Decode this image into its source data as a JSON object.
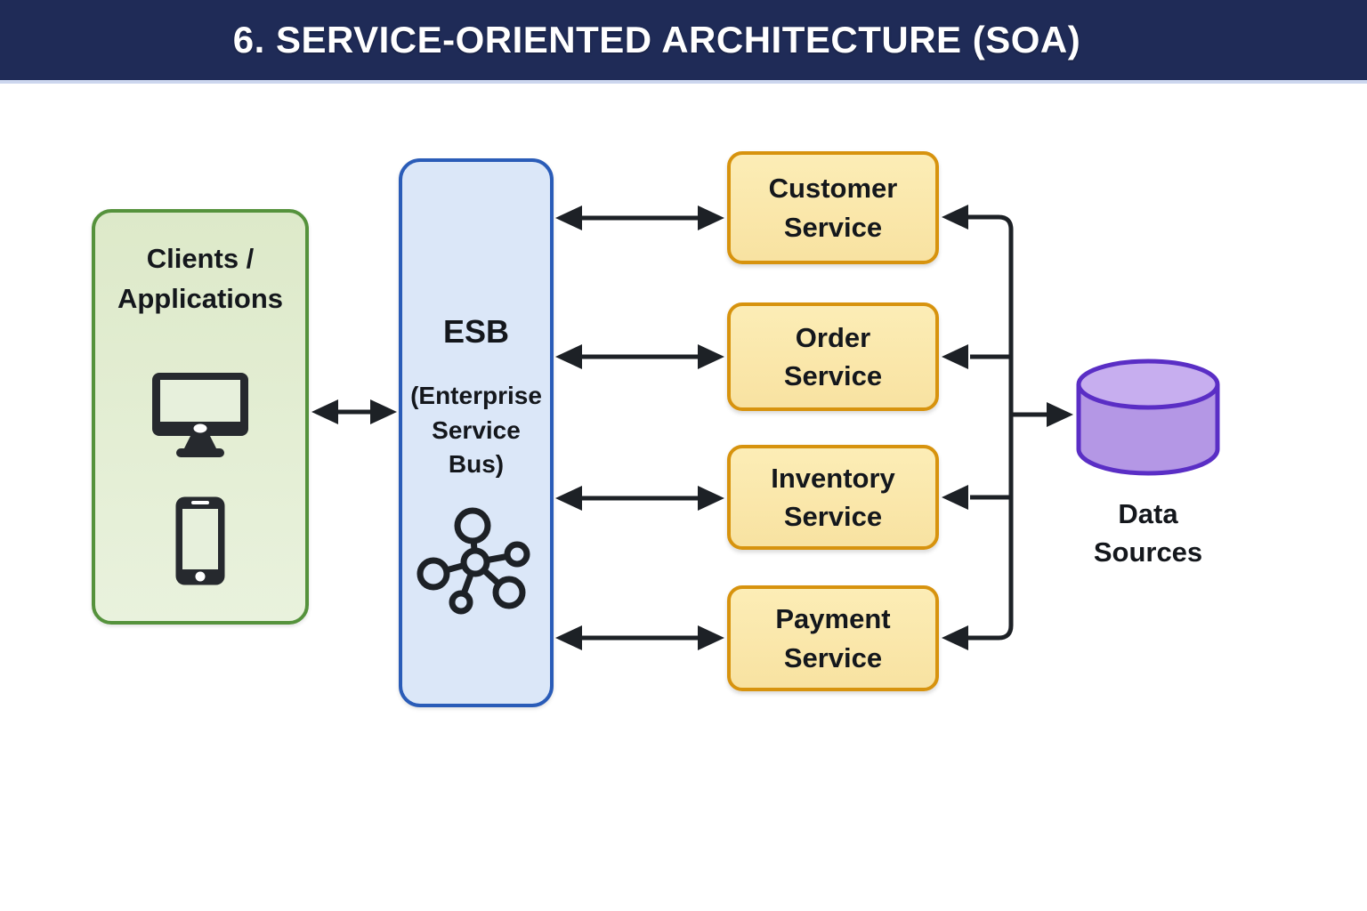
{
  "header": {
    "title": "6. SERVICE-ORIENTED ARCHITECTURE (SOA)"
  },
  "clients": {
    "label": "Clients / Applications",
    "icons": [
      "desktop-monitor-icon",
      "smartphone-icon"
    ]
  },
  "esb": {
    "title": "ESB",
    "subtitle": "(Enterprise Service Bus)",
    "icon": "network-hub-icon"
  },
  "services": [
    {
      "label": "Customer Service"
    },
    {
      "label": "Order Service"
    },
    {
      "label": "Inventory Service"
    },
    {
      "label": "Payment Service"
    }
  ],
  "data_sources": {
    "label": "Data Sources",
    "icon": "database-cylinder-icon"
  },
  "connections": [
    {
      "from": "Clients / Applications",
      "to": "ESB",
      "style": "double-arrow"
    },
    {
      "from": "ESB",
      "to": "Customer Service",
      "style": "double-arrow"
    },
    {
      "from": "ESB",
      "to": "Order Service",
      "style": "double-arrow"
    },
    {
      "from": "ESB",
      "to": "Inventory Service",
      "style": "double-arrow"
    },
    {
      "from": "ESB",
      "to": "Payment Service",
      "style": "double-arrow"
    },
    {
      "from": "right vertical bus",
      "to": "Customer Service",
      "style": "arrow"
    },
    {
      "from": "right vertical bus",
      "to": "Order Service",
      "style": "arrow"
    },
    {
      "from": "right vertical bus",
      "to": "Inventory Service",
      "style": "arrow"
    },
    {
      "from": "right vertical bus",
      "to": "Payment Service",
      "style": "arrow"
    },
    {
      "from": "right vertical bus",
      "to": "Data Sources",
      "style": "arrow"
    }
  ],
  "colors": {
    "title_bar_bg": "#1f2b57",
    "title_text": "#ffffff",
    "clients_border": "#55923c",
    "clients_fill": "#e3edd2",
    "esb_border": "#2a5cb8",
    "esb_fill": "#dbe7f8",
    "service_border": "#d7930e",
    "service_fill": "#fbe9b0",
    "datasource_border": "#5a2ec5",
    "datasource_fill": "#b497e5",
    "arrow": "#1d2126"
  }
}
